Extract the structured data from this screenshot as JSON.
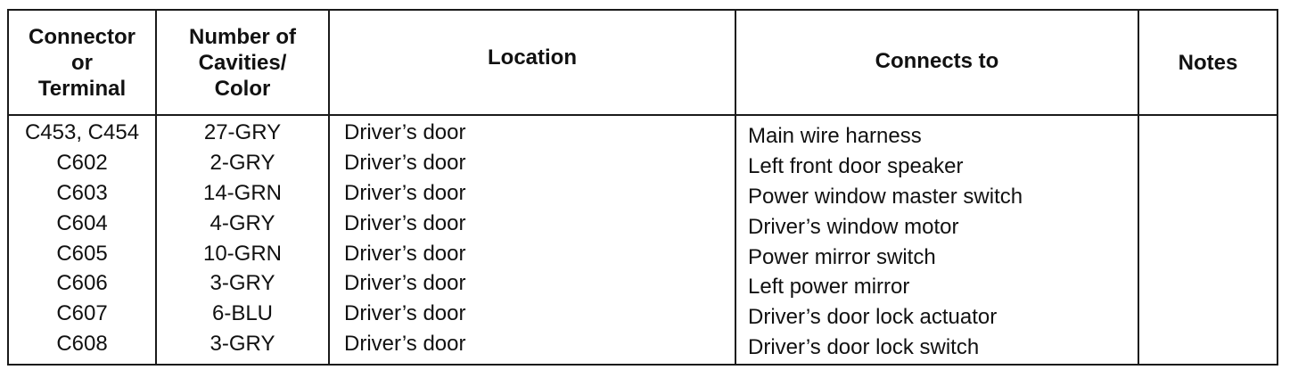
{
  "table": {
    "headers": {
      "connector": [
        "Connector",
        "or",
        "Terminal"
      ],
      "cavities": [
        "Number of",
        "Cavities/",
        "Color"
      ],
      "location": "Location",
      "connects_to": "Connects to",
      "notes": "Notes"
    },
    "rows": [
      {
        "connector": "C453, C454",
        "cavities": "27-GRY",
        "location": "Driver’s door",
        "connects_to": "Main wire harness",
        "notes": ""
      },
      {
        "connector": "C602",
        "cavities": "2-GRY",
        "location": "Driver’s door",
        "connects_to": "Left front door speaker",
        "notes": ""
      },
      {
        "connector": "C603",
        "cavities": "14-GRN",
        "location": "Driver’s door",
        "connects_to": "Power window master switch",
        "notes": ""
      },
      {
        "connector": "C604",
        "cavities": "4-GRY",
        "location": "Driver’s door",
        "connects_to": "Driver’s window motor",
        "notes": ""
      },
      {
        "connector": "C605",
        "cavities": "10-GRN",
        "location": "Driver’s door",
        "connects_to": "Power mirror switch",
        "notes": ""
      },
      {
        "connector": "C606",
        "cavities": "3-GRY",
        "location": "Driver’s door",
        "connects_to": "Left power mirror",
        "notes": ""
      },
      {
        "connector": "C607",
        "cavities": "6-BLU",
        "location": "Driver’s door",
        "connects_to": "Driver’s door lock actuator",
        "notes": ""
      },
      {
        "connector": "C608",
        "cavities": "3-GRY",
        "location": "Driver’s door",
        "connects_to": "Driver’s door lock switch",
        "notes": ""
      }
    ]
  }
}
